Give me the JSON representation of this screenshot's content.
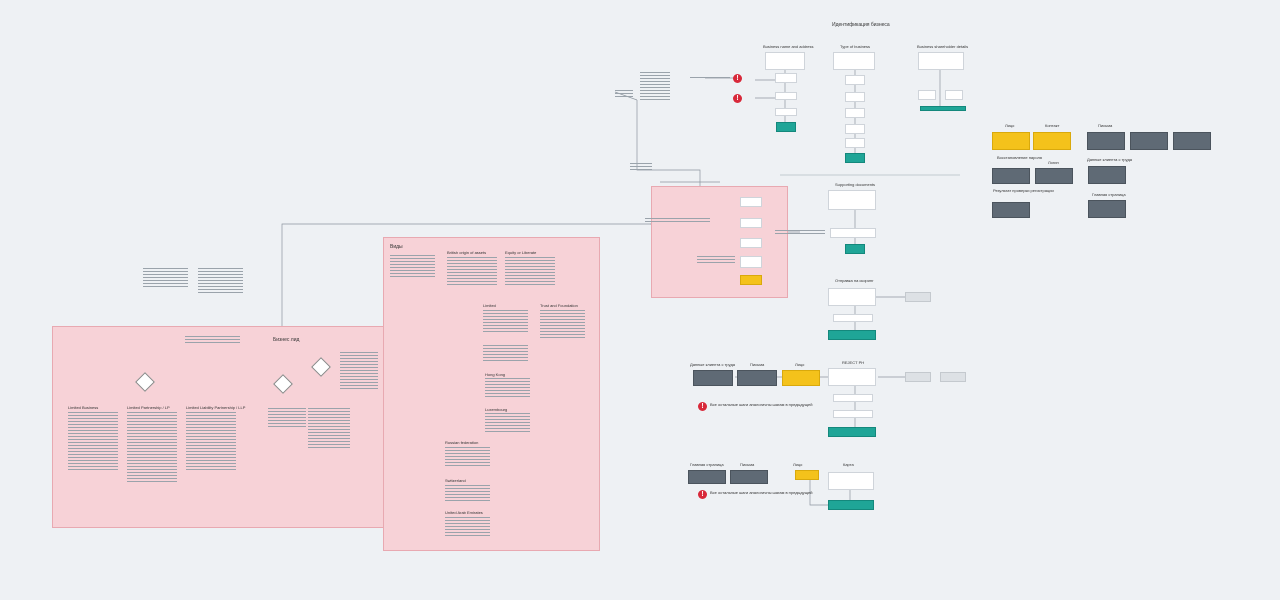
{
  "diagram": {
    "section_titles": {
      "business_identification": "Идентификация бизнеса",
      "business_name_address": "Business name and address",
      "type_of_business": "Type of business",
      "shareholder_details": "Business shareholder details",
      "supporting_documents": "Supporting documents",
      "send_for_check": "Отправка на скоринг",
      "reject": "REJECT PH",
      "path": "Карта"
    },
    "legend": {
      "labels": [
        "Лицо",
        "Контакт",
        "Письма",
        "Восстановление пароля",
        "Логин",
        "Данные клиента с труда",
        "Результат проверки регистрации",
        "Главная страница"
      ]
    },
    "red_zone_left": {
      "title": "Бизнес лид",
      "col_titles": [
        "Limited Business",
        "Limited Partnership / LP",
        "Limited Liability Partnership / LLP"
      ]
    },
    "red_zone_right": {
      "title": "Виды",
      "col_titles": [
        "British origin of assets",
        "Equity or Liberate",
        "Limited",
        "Trust and Foundation",
        "Hong Kong",
        "Luxembourg",
        "Russian federation",
        "Switzerland",
        "United Arab Emirates"
      ]
    },
    "flows": {
      "reject_row": [
        "Данные клиента с труда",
        "Письма",
        "Лицо"
      ],
      "main_row": [
        "Главная страница",
        "Письма",
        "Лицо"
      ],
      "alert_text": "Все остальные шаги аналогичны шагам в предыдущей"
    }
  }
}
